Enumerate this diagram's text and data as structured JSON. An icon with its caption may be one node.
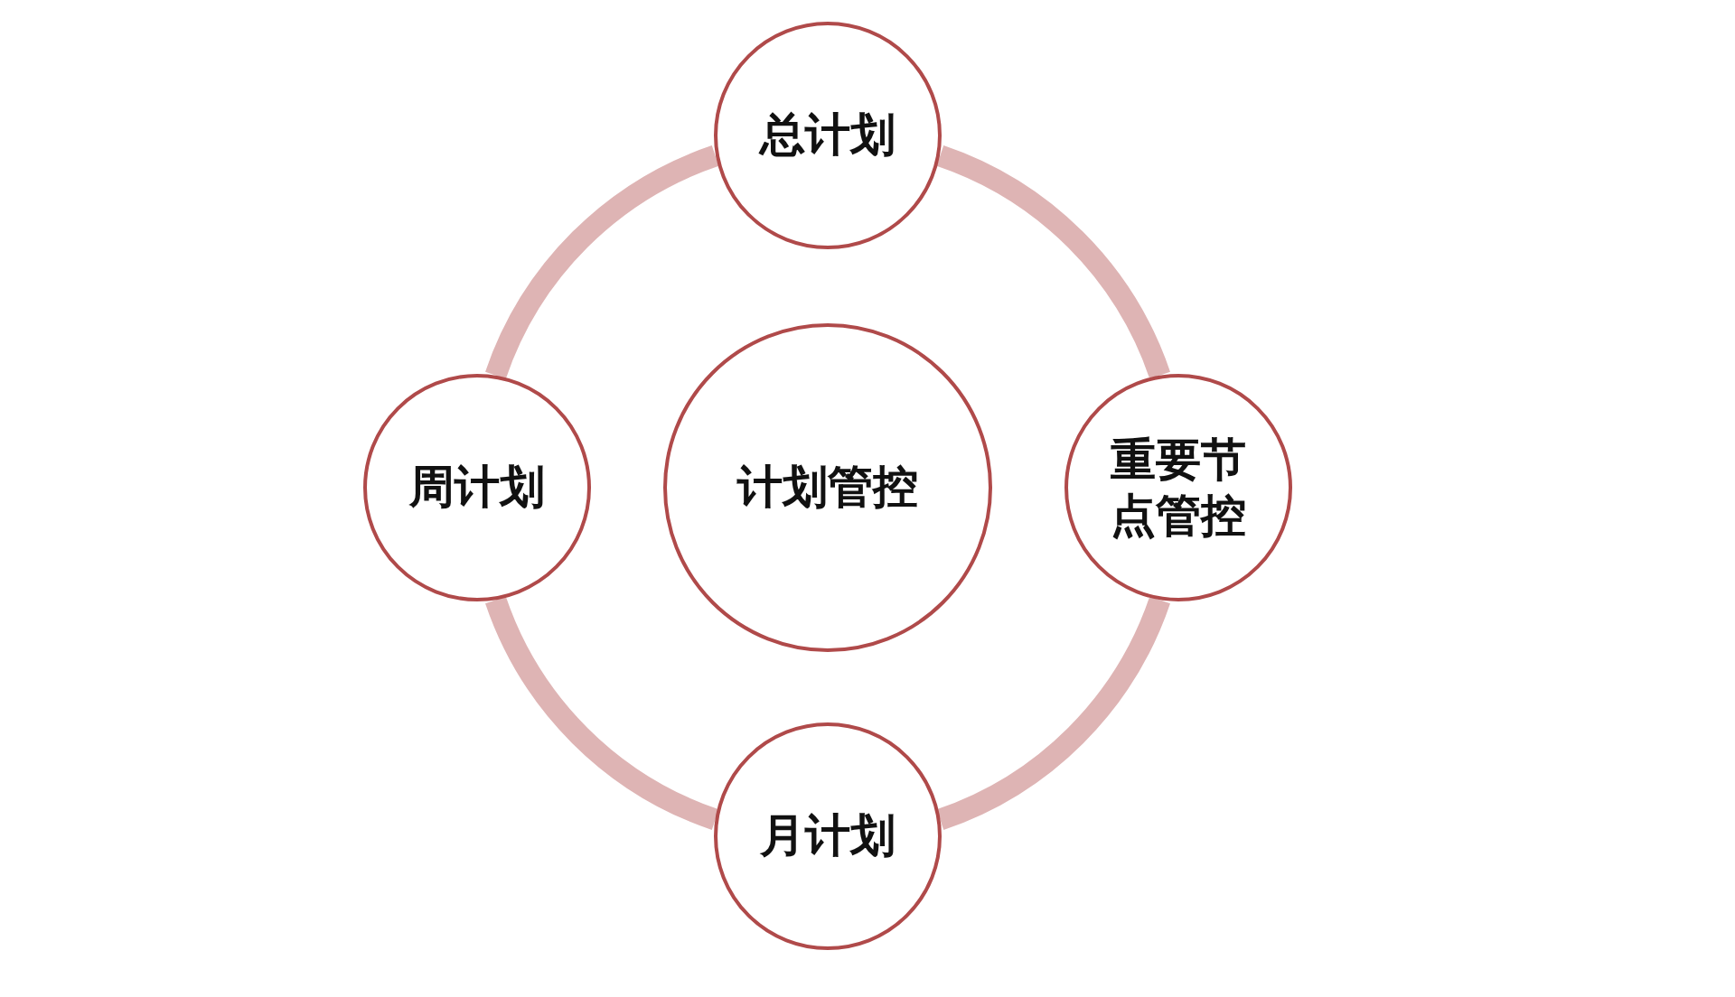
{
  "diagram": {
    "nodes": [
      {
        "text": [
          "总计划"
        ]
      },
      {
        "text": [
          "周计划"
        ]
      },
      {
        "text": [
          "计划管控"
        ]
      },
      {
        "text": [
          "重要节点管控"
        ]
      },
      {
        "text": [
          "月计划"
        ]
      }
    ],
    "edges": [
      {
        "from": 0,
        "to": 3,
        "arrow": "none"
      },
      {
        "from": 3,
        "to": 4,
        "arrow": "none"
      },
      {
        "from": 4,
        "to": 1,
        "arrow": "none"
      },
      {
        "from": 1,
        "to": 0,
        "arrow": "none"
      }
    ]
  }
}
